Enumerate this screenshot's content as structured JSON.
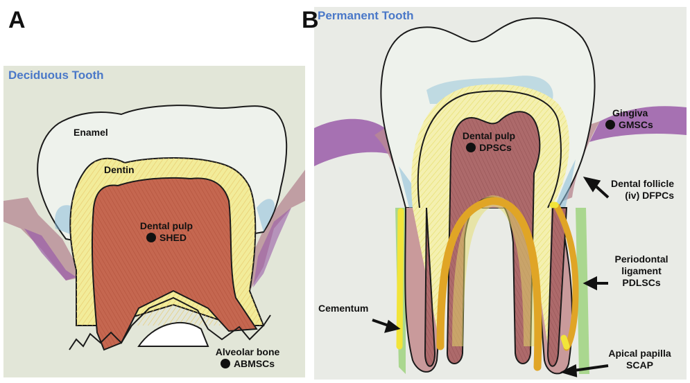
{
  "panel_a": {
    "letter": "A",
    "title": "Deciduous Tooth",
    "labels": {
      "enamel": "Enamel",
      "dentin": "Dentin",
      "pulp": "Dental pulp",
      "pulp_cells": "SHED",
      "bone": "Alveolar bone",
      "bone_cells": "ABMSCs"
    }
  },
  "panel_b": {
    "letter": "B",
    "title": "Permanent Tooth",
    "labels": {
      "pulp": "Dental pulp",
      "pulp_cells": "DPSCs",
      "gingiva": "Gingiva",
      "gingiva_cells": "GMSCs",
      "follicle": "Dental follicle",
      "follicle_cells": "(iv) DFPCs",
      "pdl_1": "Periodontal",
      "pdl_2": "ligament",
      "pdl_cells": "PDLSCs",
      "cementum": "Cementum",
      "papilla": "Apical papilla",
      "papilla_cells": "SCAP"
    }
  },
  "colors": {
    "title_blue": "#4a78c8",
    "enamel": "#eef2ec",
    "dentin": "#f2ec9a",
    "pulp_a": "#c96a4f",
    "pulp_b": "#a86465",
    "gingiva": "#9a5ca8",
    "cementum": "#f2e43a",
    "pdl": "#e0a526",
    "background_a": "#e2e6d8",
    "background_b": "#e9ebe6"
  }
}
